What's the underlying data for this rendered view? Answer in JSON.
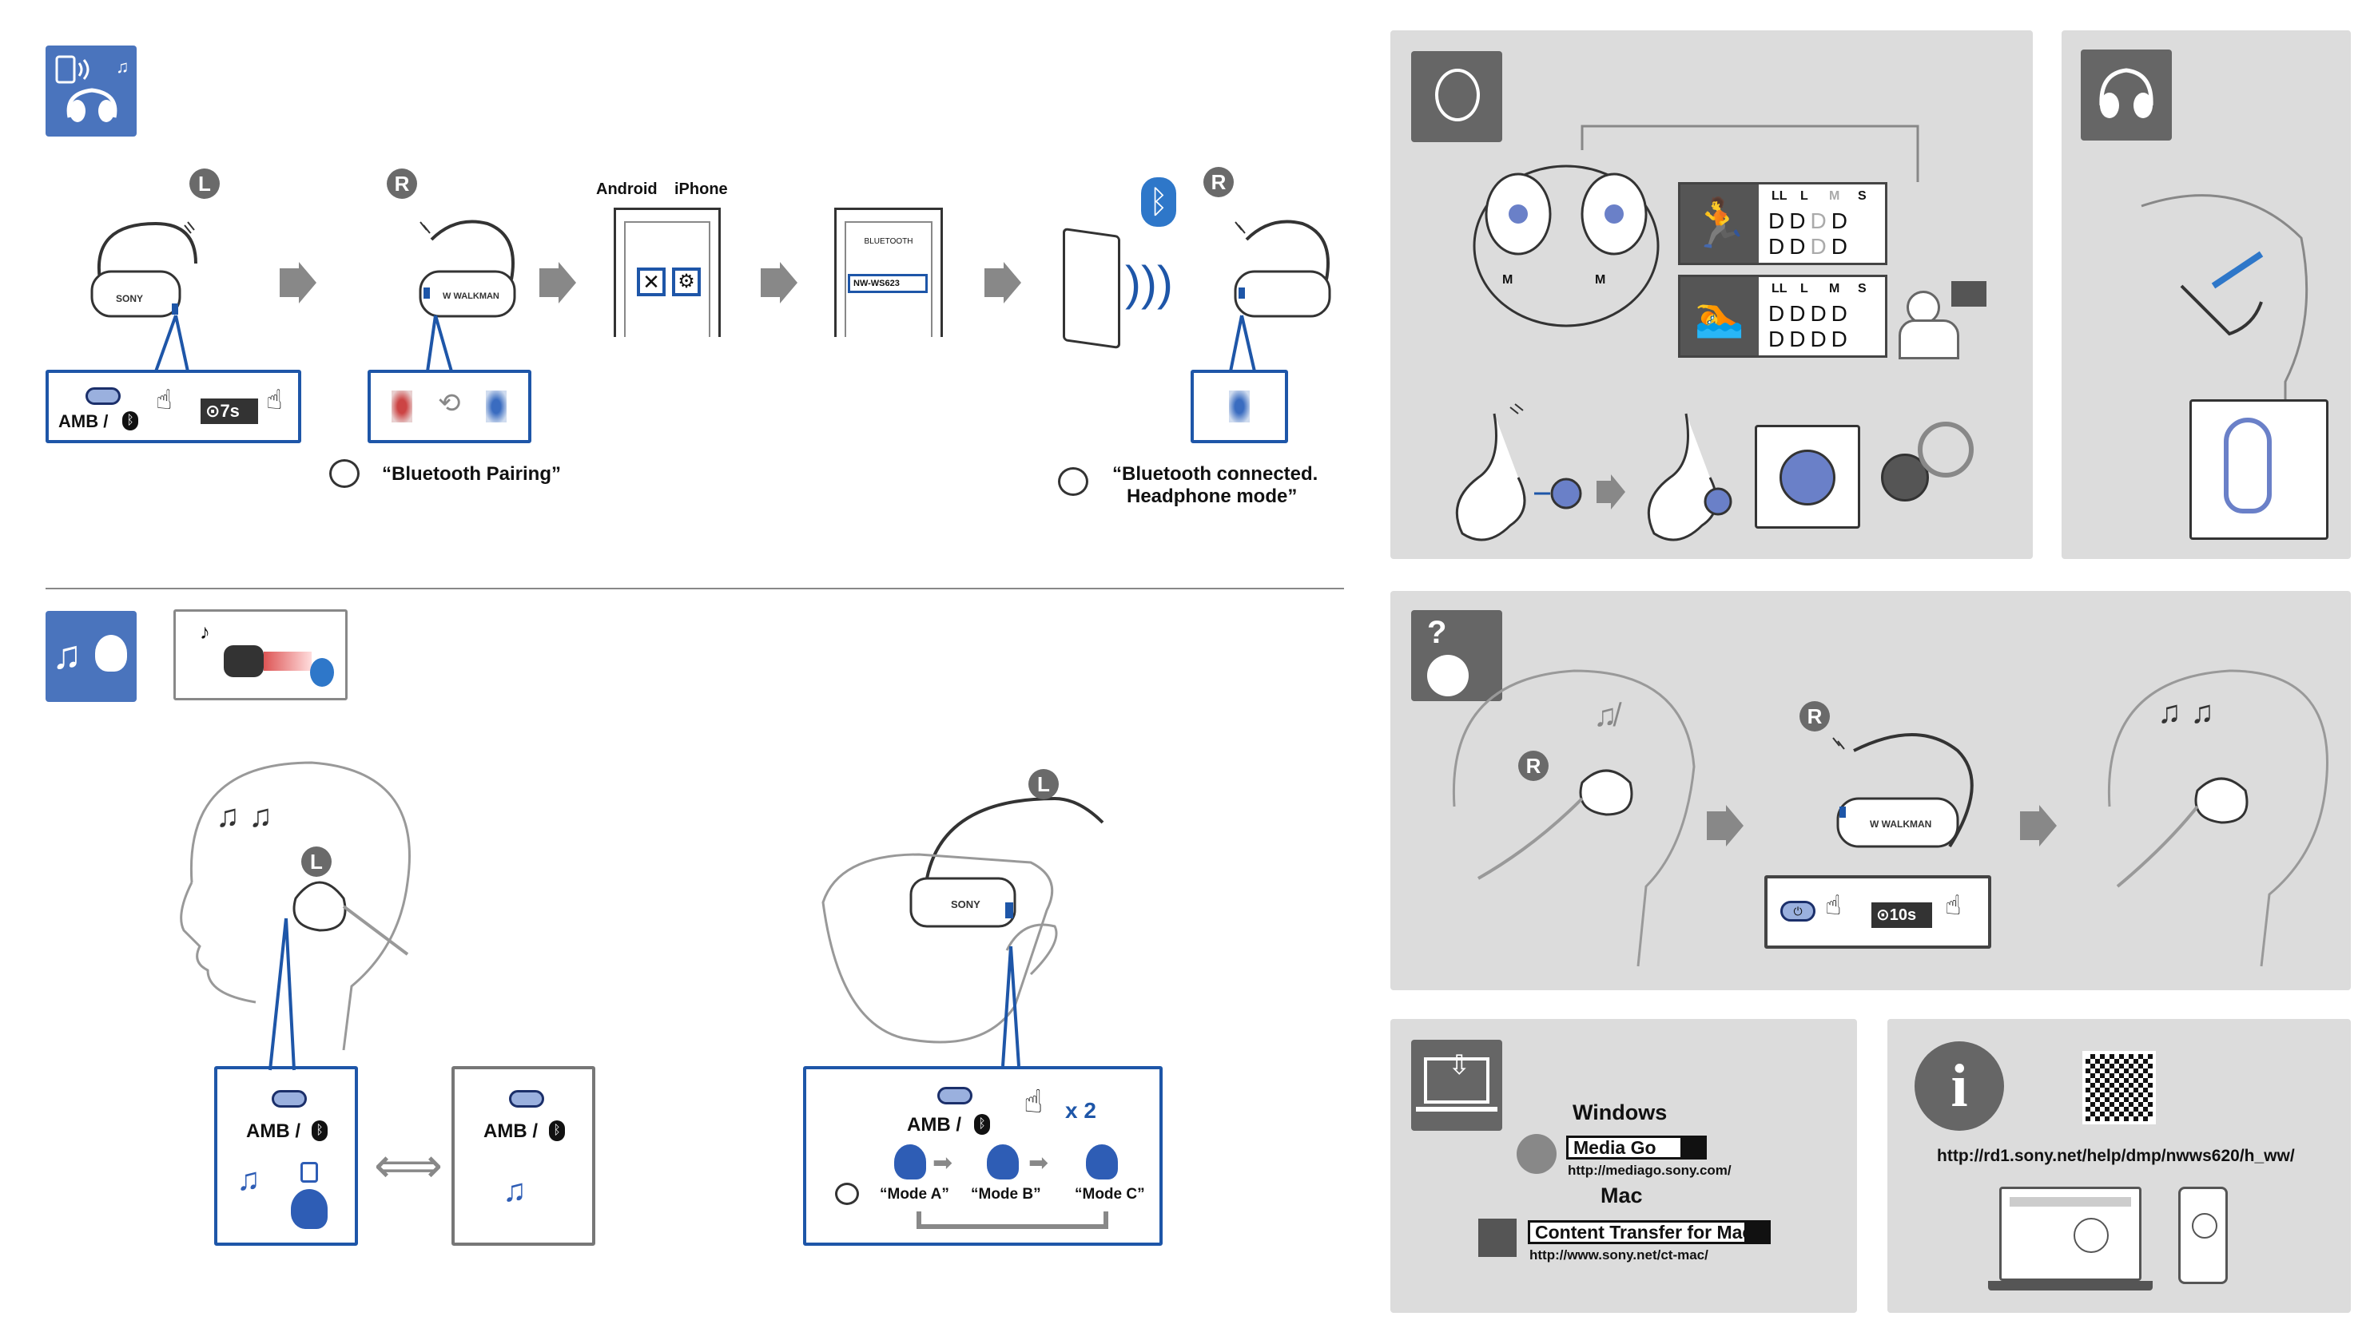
{
  "pairing": {
    "left_marker": "L",
    "right_marker": "R",
    "amb_label": "AMB /",
    "hold_time": "7s",
    "android_label": "Android",
    "iphone_label": "iPhone",
    "bluetooth_screen_title": "BLUETOOTH",
    "device_name": "NW-WS623",
    "voice_pairing": "“Bluetooth Pairing”",
    "voice_connected_line1": "“Bluetooth connected.",
    "voice_connected_line2": "Headphone mode”",
    "sony_label": "SONY",
    "walkman_label": "WALKMAN"
  },
  "ambient": {
    "left_marker": "L",
    "amb_label_1": "AMB /",
    "amb_label_2": "AMB /",
    "amb_label_3": "AMB /",
    "times": "x 2",
    "mode_a": "“Mode A”",
    "mode_b": "“Mode B”",
    "mode_c": "“Mode C”",
    "sony_label": "SONY"
  },
  "earbuds": {
    "size_m_left": "M",
    "size_m_right": "M",
    "running_sizes": [
      "LL",
      "L",
      "M",
      "S"
    ],
    "swim_sizes": [
      "LL",
      "L",
      "M",
      "S"
    ]
  },
  "reset": {
    "right_marker_1": "R",
    "right_marker_2": "R",
    "hold_time": "10s",
    "walkman_label": "WALKMAN"
  },
  "software": {
    "windows_label": "Windows",
    "windows_app": "Media Go",
    "windows_url": "http://mediago.sony.com/",
    "mac_label": "Mac",
    "mac_app": "Content Transfer for Mac",
    "mac_url": "http://www.sony.net/ct-mac/"
  },
  "info": {
    "help_url": "http://rd1.sony.net/help/dmp/nwws620/h_ww/"
  },
  "colors": {
    "accent_blue": "#4a74bd",
    "panel_gray": "#dcdcdc",
    "callout_blue": "#1e56a8"
  }
}
